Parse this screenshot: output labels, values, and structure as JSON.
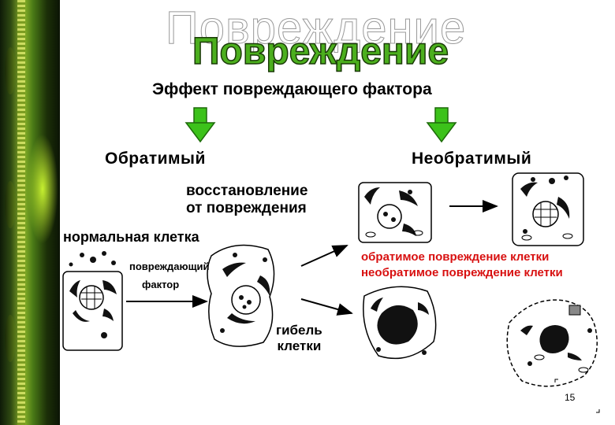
{
  "ghost_title": "Повреждение",
  "title": "Повреждение",
  "subtitle": "Эффект повреждающего фактора",
  "branch_left": "Обратимый",
  "branch_right": "Необратимый",
  "recovery_line1": "восстановление",
  "recovery_line2": "от повреждения",
  "normal_cell": "нормальная клетка",
  "agent_line1": "повреждающий",
  "agent_line2": "фактор",
  "reversible_injury": "обратимое повреждение клетки",
  "irreversible_injury": "необратимое повреждение клетки",
  "death_line1": "гибель",
  "death_line2": "клетки",
  "page_number": "15",
  "colors": {
    "title_green": "#4caf1e",
    "arrow_green": "#3cc21a",
    "label_red": "#d81010"
  }
}
